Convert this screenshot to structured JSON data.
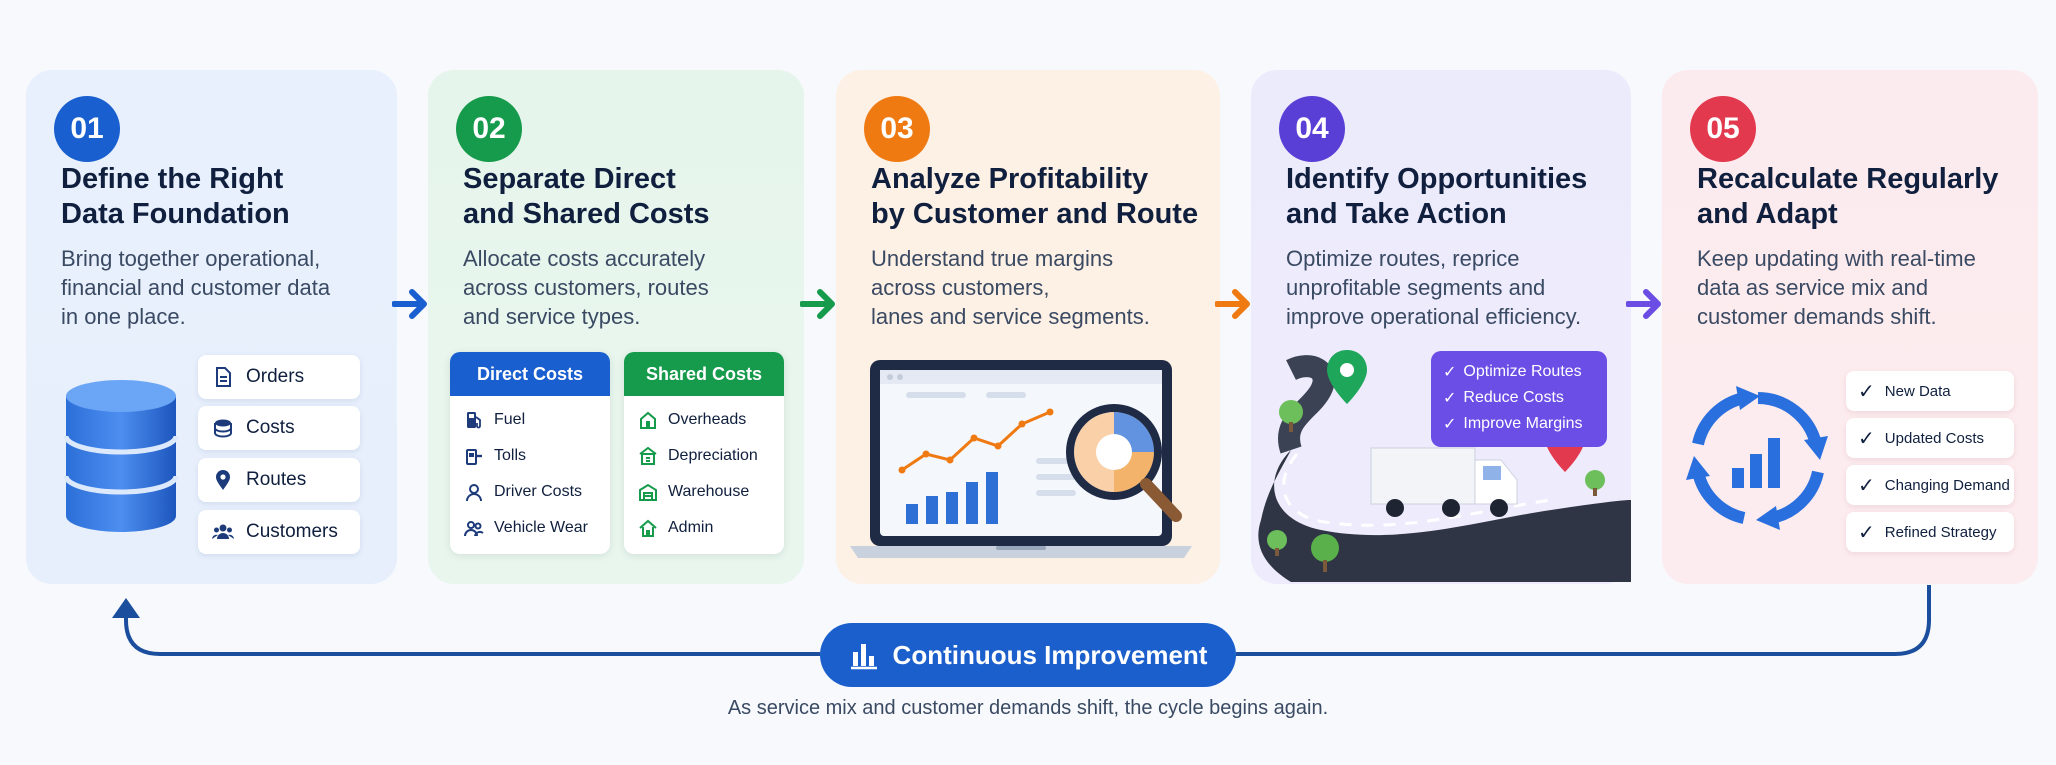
{
  "steps": [
    {
      "number": "01",
      "title_line1": "Define the Right",
      "title_line2": "Data Foundation",
      "desc_line1": "Bring together operational,",
      "desc_line2": "financial and customer data",
      "desc_line3": "in one place.",
      "items": [
        "Orders",
        "Costs",
        "Routes",
        "Customers"
      ]
    },
    {
      "number": "02",
      "title_line1": "Separate Direct",
      "title_line2": "and Shared Costs",
      "desc_line1": "Allocate costs accurately",
      "desc_line2": "across customers, routes",
      "desc_line3": "and service types.",
      "direct_title": "Direct Costs",
      "direct_items": [
        "Fuel",
        "Tolls",
        "Driver Costs",
        "Vehicle Wear"
      ],
      "shared_title": "Shared Costs",
      "shared_items": [
        "Overheads",
        "Depreciation",
        "Warehouse",
        "Admin"
      ]
    },
    {
      "number": "03",
      "title_line1": "Analyze Profitability",
      "title_line2": "by Customer and Route",
      "desc_line1": "Understand true margins",
      "desc_line2": "across customers,",
      "desc_line3": "lanes and service segments."
    },
    {
      "number": "04",
      "title_line1": "Identify Opportunities",
      "title_line2": "and Take Action",
      "desc_line1": "Optimize routes, reprice",
      "desc_line2": "unprofitable segments and",
      "desc_line3": "improve operational efficiency.",
      "actions": [
        "Optimize Routes",
        "Reduce Costs",
        "Improve Margins"
      ]
    },
    {
      "number": "05",
      "title_line1": "Recalculate Regularly",
      "title_line2": "and Adapt",
      "desc_line1": "Keep updating with real-time",
      "desc_line2": "data as service mix and",
      "desc_line3": "customer demands shift.",
      "updates": [
        "New Data",
        "Updated Costs",
        "Changing Demand",
        "Refined Strategy"
      ]
    }
  ],
  "loop": {
    "label": "Continuous Improvement",
    "caption": "As service mix and customer demands shift, the cycle begins again."
  },
  "colors": {
    "blue": "#1a5fcf",
    "green": "#169a4b",
    "orange": "#ef7a12",
    "purple": "#5a3fd6",
    "red": "#e2394f"
  }
}
